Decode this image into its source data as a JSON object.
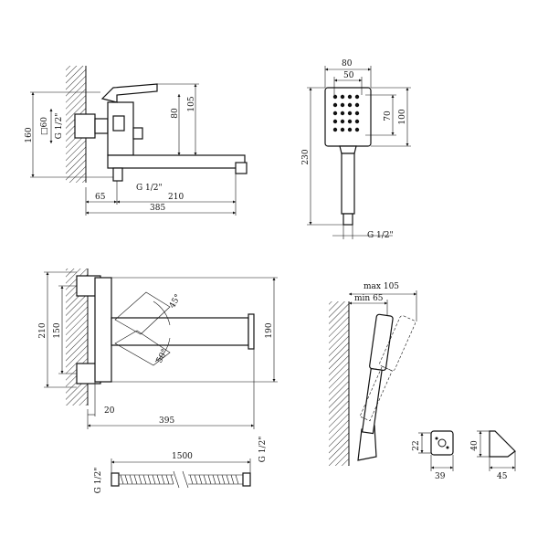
{
  "top_left_view": {
    "dims": {
      "height_160": "160",
      "square_60": "□60",
      "thread_left": "G 1/2\"",
      "height_80": "80",
      "height_105": "105",
      "thread_bottom": "G 1/2\"",
      "width_65": "65",
      "width_210": "210",
      "width_385": "385"
    }
  },
  "hand_shower": {
    "dims": {
      "width_80": "80",
      "width_50": "50",
      "height_70": "70",
      "height_100": "100",
      "height_230": "230",
      "thread": "G 1/2\""
    }
  },
  "top_view": {
    "dims": {
      "height_210": "210",
      "height_150": "150",
      "angle_45": "45°",
      "angle_50": "50°",
      "height_190": "190",
      "width_20": "20",
      "width_395": "395"
    }
  },
  "holder_view": {
    "dims": {
      "max_105": "max 105",
      "min_65": "min 65"
    }
  },
  "hose": {
    "dims": {
      "length_1500": "1500",
      "thread_left": "G 1/2\"",
      "thread_right": "G 1/2\""
    }
  },
  "bracket": {
    "dims": {
      "height_22": "22",
      "width_39": "39",
      "height_40": "40",
      "width_45": "45"
    }
  }
}
